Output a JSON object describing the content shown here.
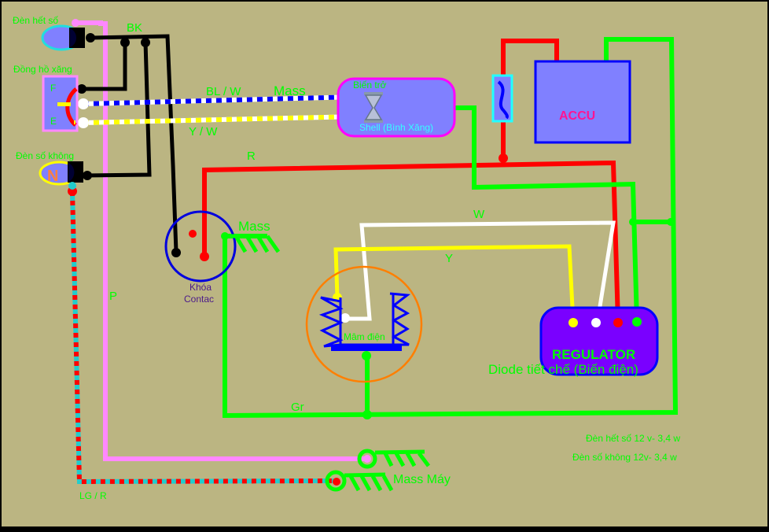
{
  "diagram": {
    "title": "Sơ đồ mạch đèn báo số & đồng hồ xăng",
    "colors": {
      "background": "#bbb582",
      "wire_black": "#000000",
      "wire_red": "#ff0000",
      "wire_green": "#00ff00",
      "wire_pink": "#ff88ff",
      "wire_white": "#ffffff",
      "wire_yellow": "#ffff00",
      "wire_blue": "#0000ff",
      "wire_cyan": "#22cccc",
      "component_fill": "#8080ff",
      "regulator_fill": "#7a00ff",
      "accu_text": "#ff1493",
      "label_green": "#00ff00"
    },
    "components": {
      "neutral_lamp_hi": {
        "label": "Đèn hết số"
      },
      "fuel_gauge": {
        "label": "Đồng hồ xăng",
        "terminal_f": "F",
        "terminal_e": "E"
      },
      "neutral_lamp": {
        "label": "Đèn số không",
        "glyph": "N"
      },
      "ignition_switch": {
        "label_line1": "Khóa",
        "label_line2": "Contac"
      },
      "fuel_sender": {
        "top_label": "Biến trở",
        "bottom_label": "Shell (Bình Xăng)"
      },
      "battery": {
        "label": "ACCU"
      },
      "stator": {
        "label": "Mâm điện"
      },
      "regulator": {
        "label": "REGULATOR",
        "sub_label": "Diode tiết chế (Biến điện)"
      },
      "ground_engine": {
        "label": "Mass Máy"
      },
      "ground_switch": {
        "label": "Mass"
      }
    },
    "wire_labels": {
      "bk": "BK",
      "bl_w": "BL / W",
      "mass_top": "Mass",
      "y_w": "Y / W",
      "r": "R",
      "w": "W",
      "y": "Y",
      "gr": "Gr",
      "p": "P",
      "lg_r": "LG / R"
    },
    "notes": [
      "Đèn hết số  12 v- 3,4 w",
      "Đèn số không  12v- 3,4 w"
    ]
  }
}
